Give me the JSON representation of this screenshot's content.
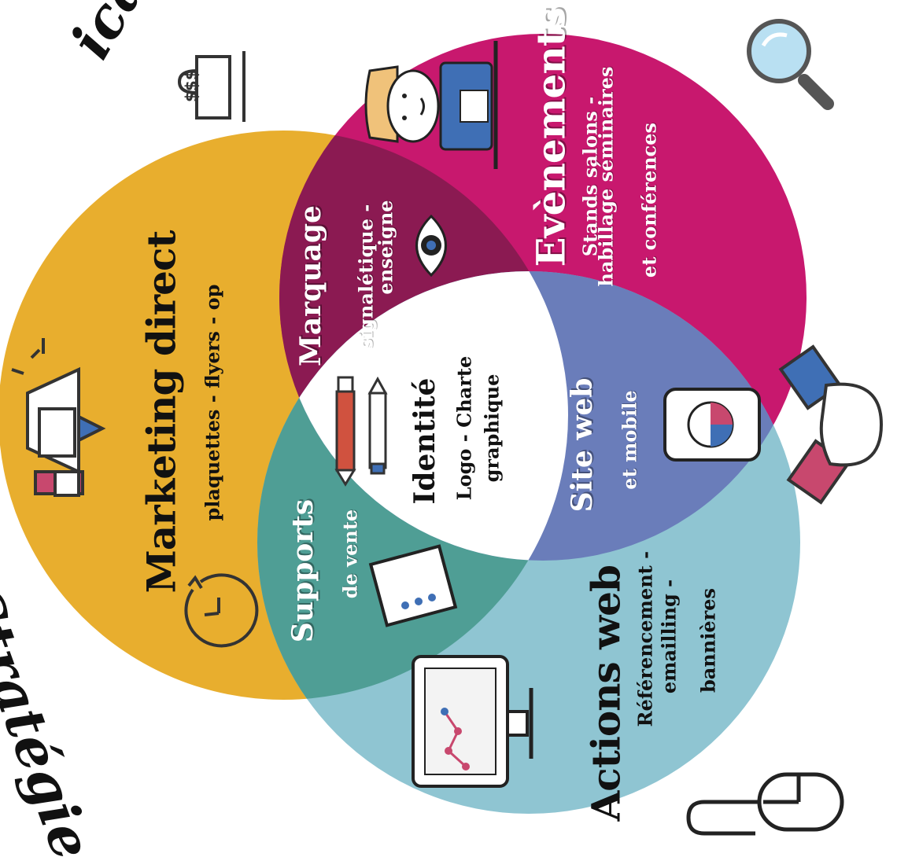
{
  "colors": {
    "marketing": "#E8AE2E",
    "evenements": "#C8186E",
    "actions": "#8FC5D2",
    "marquage": "#8B1A52",
    "supports": "#4F9E95",
    "siteweb": "#6A7DBA",
    "identite": "#FFFFFF"
  },
  "headline": {
    "part1": "Stratégie",
    "part2": "ication"
  },
  "circles": {
    "marketing": {
      "title": "Marketing direct",
      "subtitle": "plaquettes - flyers - op"
    },
    "evenements": {
      "title": "Evènements",
      "line1": "Stands salons -",
      "line2": "habillage séminaires",
      "line3": "et conférences"
    },
    "actions": {
      "title": "Actions web",
      "line1": "Référencement -",
      "line2": "emailling -",
      "line3": "bannières"
    }
  },
  "overlaps": {
    "marquage": {
      "title": "Marquage",
      "line1": "signalétique -",
      "line2": "enseigne"
    },
    "supports": {
      "title": "Supports",
      "subtitle": "de vente"
    },
    "siteweb": {
      "title": "Site web",
      "subtitle": "et mobile"
    },
    "identite": {
      "title": "Identité",
      "line1": "Logo - Charte",
      "line2": "graphique"
    }
  },
  "icons": [
    "money-bag-icon",
    "magnifier-icon",
    "person-at-desk-icon",
    "eye-icon",
    "megaphone-icon",
    "pencils-icon",
    "smartphone-chart-icon",
    "handshake-icon",
    "document-icon",
    "monitor-chart-icon",
    "clock-icon",
    "mouse-icon"
  ],
  "money_symbol": "$$$"
}
